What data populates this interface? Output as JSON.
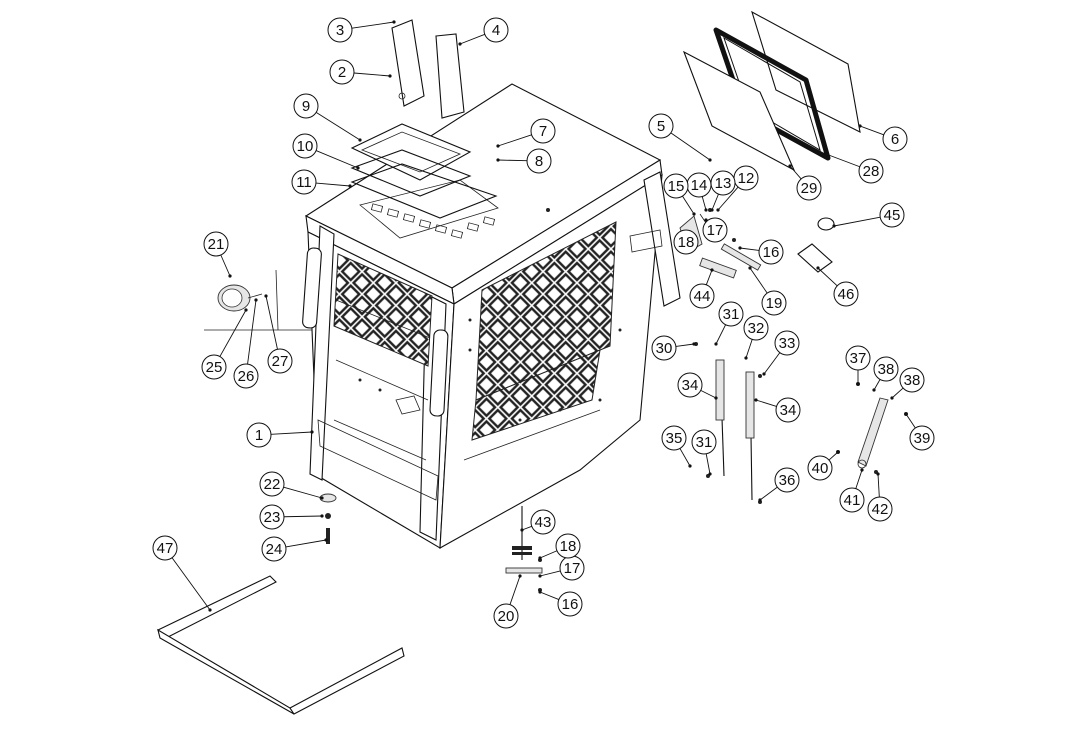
{
  "diagram": {
    "callouts": [
      {
        "label": "1"
      },
      {
        "label": "2"
      },
      {
        "label": "3"
      },
      {
        "label": "4"
      },
      {
        "label": "5"
      },
      {
        "label": "6"
      },
      {
        "label": "7"
      },
      {
        "label": "8"
      },
      {
        "label": "9"
      },
      {
        "label": "10"
      },
      {
        "label": "11"
      },
      {
        "label": "12"
      },
      {
        "label": "13"
      },
      {
        "label": "14"
      },
      {
        "label": "15"
      },
      {
        "label": "16"
      },
      {
        "label": "16"
      },
      {
        "label": "17"
      },
      {
        "label": "17"
      },
      {
        "label": "18"
      },
      {
        "label": "18"
      },
      {
        "label": "19"
      },
      {
        "label": "20"
      },
      {
        "label": "21"
      },
      {
        "label": "22"
      },
      {
        "label": "23"
      },
      {
        "label": "24"
      },
      {
        "label": "25"
      },
      {
        "label": "26"
      },
      {
        "label": "27"
      },
      {
        "label": "28"
      },
      {
        "label": "29"
      },
      {
        "label": "30"
      },
      {
        "label": "31"
      },
      {
        "label": "31"
      },
      {
        "label": "32"
      },
      {
        "label": "33"
      },
      {
        "label": "34"
      },
      {
        "label": "34"
      },
      {
        "label": "35"
      },
      {
        "label": "36"
      },
      {
        "label": "37"
      },
      {
        "label": "38"
      },
      {
        "label": "38"
      },
      {
        "label": "39"
      },
      {
        "label": "40"
      },
      {
        "label": "41"
      },
      {
        "label": "42"
      },
      {
        "label": "43"
      },
      {
        "label": "44"
      },
      {
        "label": "45"
      },
      {
        "label": "46"
      },
      {
        "label": "47"
      }
    ]
  }
}
